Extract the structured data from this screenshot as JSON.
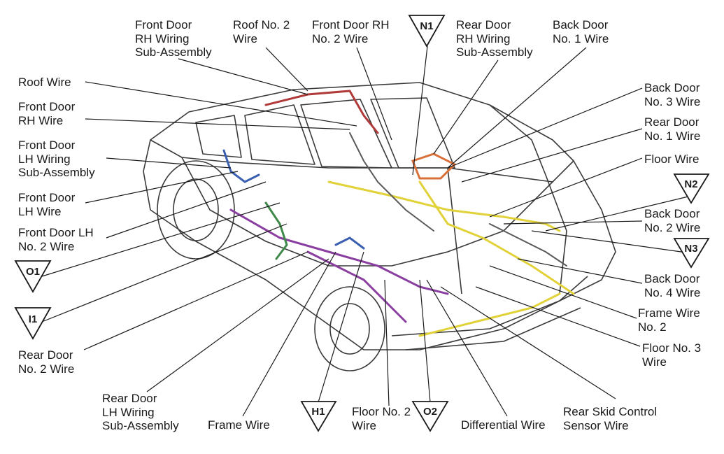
{
  "labels": {
    "front_door_rh_wiring": "Front Door\nRH Wiring\nSub-Assembly",
    "roof_no2": "Roof No. 2\nWire",
    "front_door_rh_no2": "Front Door RH\nNo. 2 Wire",
    "rear_door_rh_wiring": "Rear Door\nRH Wiring\nSub-Assembly",
    "back_door_no1": "Back Door\nNo. 1 Wire",
    "roof_wire": "Roof Wire",
    "front_door_rh_wire": "Front Door\nRH Wire",
    "front_door_lh_wiring": "Front Door\nLH Wiring\nSub-Assembly",
    "front_door_lh_wire": "Front Door\nLH Wire",
    "front_door_lh_no2": "Front Door LH\nNo. 2 Wire",
    "rear_door_no2": "Rear Door\nNo. 2 Wire",
    "rear_door_lh_wiring": "Rear Door\nLH Wiring\nSub-Assembly",
    "frame_wire": "Frame Wire",
    "floor_no2": "Floor No. 2\nWire",
    "differential_wire": "Differential Wire",
    "rear_skid_control": "Rear Skid Control\nSensor Wire",
    "back_door_no3": "Back Door\nNo. 3 Wire",
    "rear_door_no1": "Rear Door\nNo. 1 Wire",
    "floor_wire": "Floor Wire",
    "back_door_no2": "Back Door\nNo. 2 Wire",
    "back_door_no4": "Back Door\nNo. 4 Wire",
    "frame_wire_no2": "Frame Wire\nNo. 2",
    "floor_no3": "Floor No. 3\nWire"
  },
  "markers": {
    "n1": "N1",
    "n2": "N2",
    "n3": "N3",
    "o1": "O1",
    "i1": "I1",
    "h1": "H1",
    "o2": "O2"
  },
  "colors": {
    "outline": "#3a3a3a",
    "leader": "#1a1a1a",
    "wire_yellow": "#e2d23a",
    "wire_purple": "#8a3fa0",
    "wire_orange": "#d9703a",
    "wire_green": "#3f8a4a",
    "wire_blue": "#3a5fb0",
    "wire_red": "#b03a3a"
  }
}
